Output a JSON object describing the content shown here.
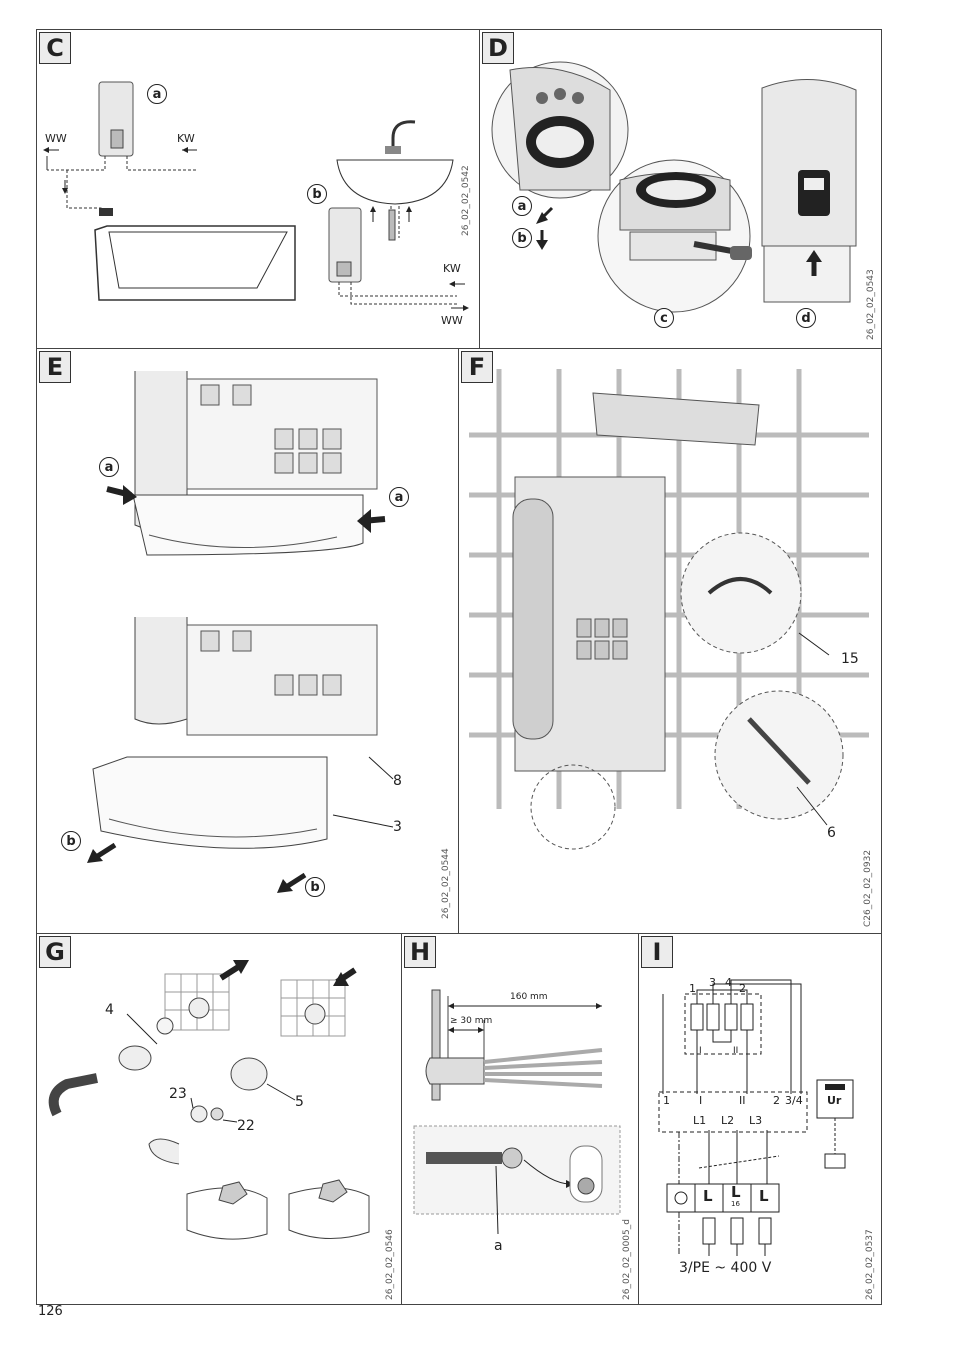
{
  "page_number": "126",
  "panels": {
    "C": {
      "letter": "C",
      "code": "26_02_02_0542",
      "callouts": [
        "a",
        "b"
      ],
      "labels": {
        "ww": "WW",
        "kw": "KW"
      }
    },
    "D": {
      "letter": "D",
      "code": "26_02_02_0543",
      "callouts": [
        "a",
        "b",
        "c",
        "d"
      ]
    },
    "E": {
      "letter": "E",
      "code": "26_02_02_0544",
      "callouts": [
        "a",
        "b"
      ],
      "numbers": [
        "8",
        "3"
      ]
    },
    "F": {
      "letter": "F",
      "code": "C26_02_02_0932",
      "numbers": [
        "15",
        "6"
      ]
    },
    "G": {
      "letter": "G",
      "code": "26_02_02_0546",
      "numbers": [
        "4",
        "23",
        "5",
        "22"
      ]
    },
    "H": {
      "letter": "H",
      "code": "26_02_02_0005_d",
      "dim_160": "160 mm",
      "dim_30": "≥ 30 mm",
      "label_a": "a"
    },
    "I": {
      "letter": "I",
      "code": "26_02_02_0537",
      "terminals_top": [
        "1",
        "3",
        "4",
        "2"
      ],
      "labels": {
        "I": "I",
        "II": "II",
        "one": "1",
        "I2": "I",
        "II2": "II",
        "two": "2",
        "three_four": "3/4",
        "L1": "L1",
        "L2": "L2",
        "L3": "L3",
        "L": "L",
        "fuse": "16",
        "ur": "Ur"
      },
      "supply": "3/PE ~ 400 V"
    }
  }
}
